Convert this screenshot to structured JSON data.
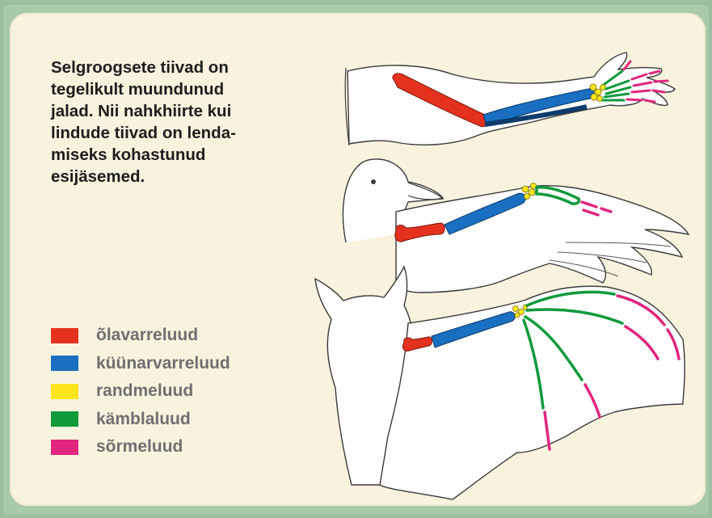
{
  "intro_text": "Selgroogsete tiivad on tegelikult muundunud jalad. Nii nahkhiirte kui lindude tiivad on lenda-miseks kohastunud esijäsemed.",
  "intro_lines": [
    "Selgroogsete tiivad on",
    "tegelikult muundunud",
    "jalad. Nii nahkhiirte kui",
    "lindude tiivad on lenda-",
    "miseks kohastunud",
    "esijäsemed."
  ],
  "legend": [
    {
      "label": "õlavarreluud",
      "color": "#e5321e"
    },
    {
      "label": "küünarvarreluud",
      "color": "#1a6fc0"
    },
    {
      "label": "randmeluud",
      "color": "#fce51c"
    },
    {
      "label": "kämblaluud",
      "color": "#0f9a3c"
    },
    {
      "label": "sõrmeluud",
      "color": "#e0267e"
    }
  ],
  "illustrations": [
    {
      "subject": "human-arm"
    },
    {
      "subject": "bird-wing"
    },
    {
      "subject": "bat-wing"
    }
  ]
}
